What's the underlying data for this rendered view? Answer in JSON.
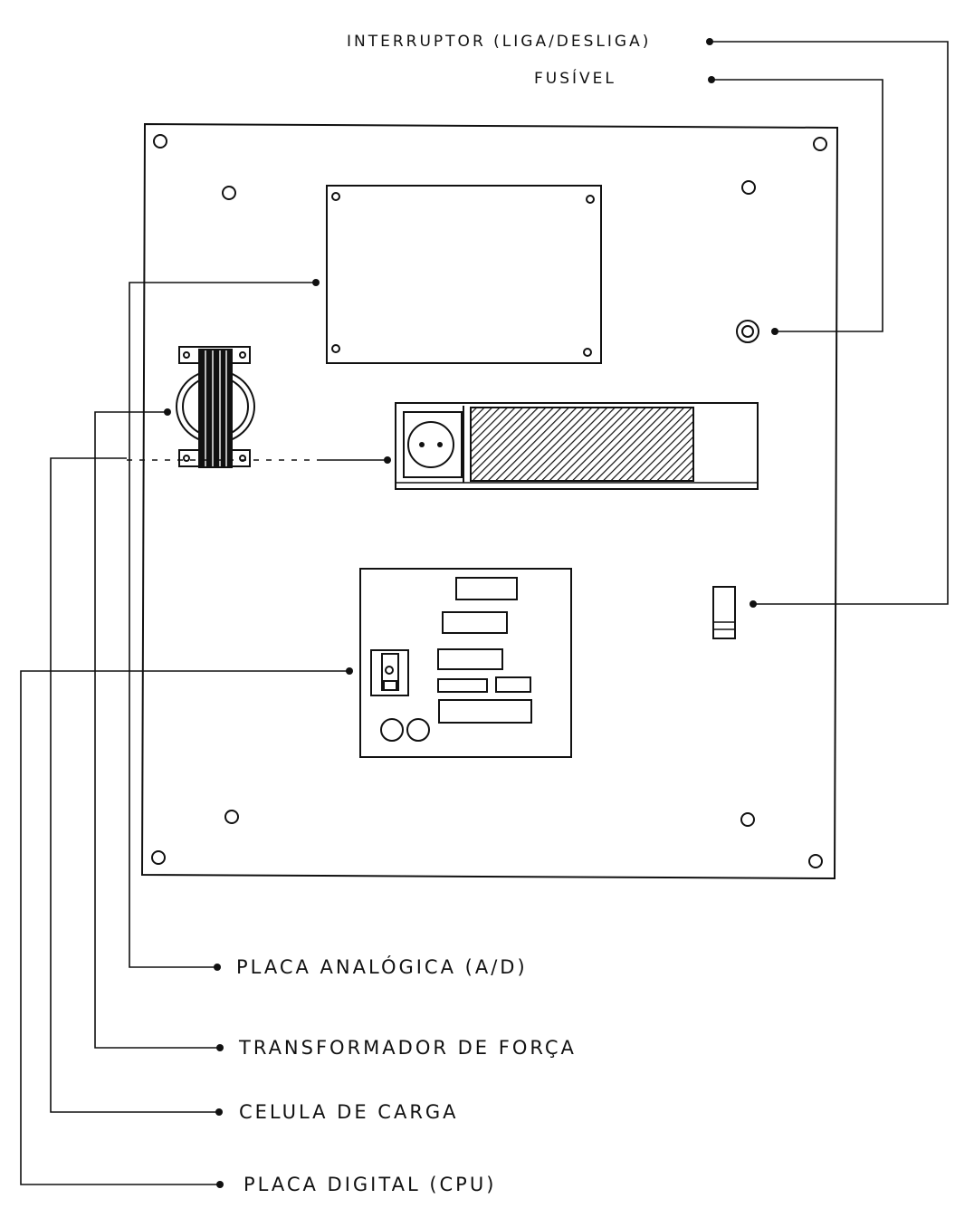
{
  "labels": {
    "switch": "INTERRUPTOR (LIGA/DESLIGA)",
    "fuse": "FUSÍVEL",
    "analog_board": "PLACA ANALÓGICA (A/D)",
    "power_transformer": "TRANSFORMADOR DE FORÇA",
    "load_cell": "CELULA DE CARGA",
    "digital_board": "PLACA DIGITAL (CPU)"
  },
  "colors": {
    "ink": "#111111",
    "paper": "#ffffff"
  }
}
